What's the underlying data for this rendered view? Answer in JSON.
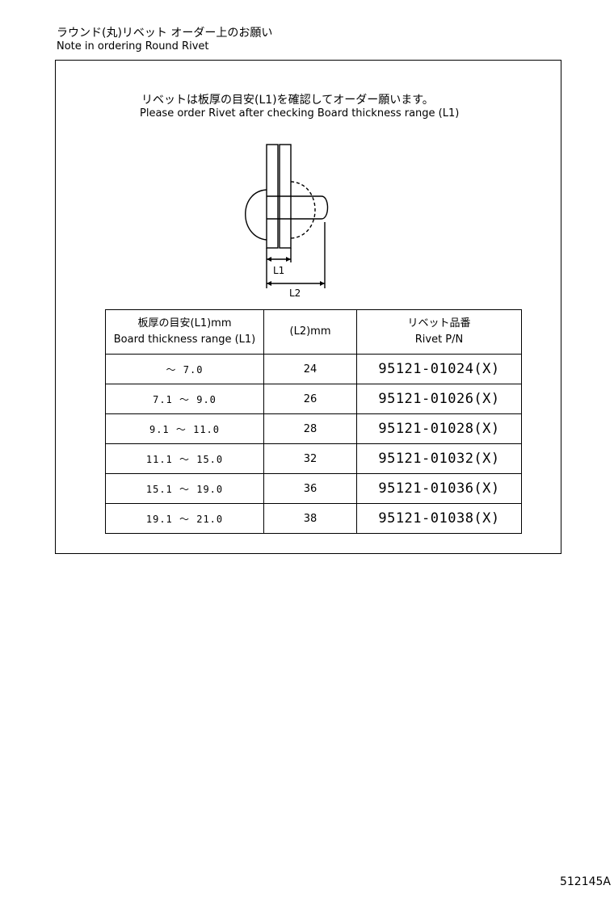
{
  "header": {
    "title_jp": "ラウンド(丸)リベット オーダー上のお願い",
    "title_en": "Note in ordering Round Rivet"
  },
  "instructions": {
    "jp": "リベットは板厚の目安(L1)を確認してオーダー願います。",
    "en": "Please order Rivet after checking Board thickness range (L1)"
  },
  "diagram": {
    "label_l1": "L1",
    "label_l2": "L2"
  },
  "table": {
    "headers": {
      "range_jp": "板厚の目安(L1)mm",
      "range_en": "Board thickness range (L1)",
      "l2": "(L2)mm",
      "pn_jp": "リベット品番",
      "pn_en": "Rivet P/N"
    },
    "rows": [
      {
        "range": "～ 7.0",
        "l2": "24",
        "pn": "95121-01024(X)"
      },
      {
        "range": "7.1 ～ 9.0",
        "l2": "26",
        "pn": "95121-01026(X)"
      },
      {
        "range": "9.1 ～ 11.0",
        "l2": "28",
        "pn": "95121-01028(X)"
      },
      {
        "range": "11.1 ～ 15.0",
        "l2": "32",
        "pn": "95121-01032(X)"
      },
      {
        "range": "15.1 ～ 19.0",
        "l2": "36",
        "pn": "95121-01036(X)"
      },
      {
        "range": "19.1 ～ 21.0",
        "l2": "38",
        "pn": "95121-01038(X)"
      }
    ]
  },
  "footer": {
    "code": "512145A"
  }
}
